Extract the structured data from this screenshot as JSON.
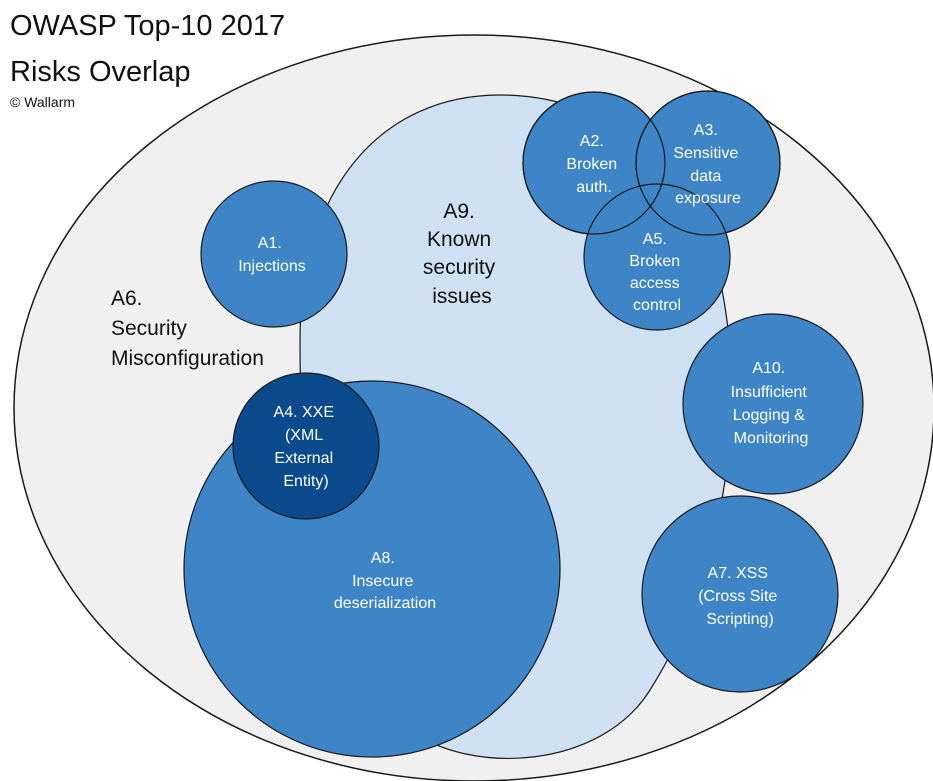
{
  "title": {
    "line1": "OWASP Top-10 2017",
    "line2": "Risks Overlap",
    "credit": "© Wallarm"
  },
  "colors": {
    "outer_fill": "#f0f0f0",
    "a9_fill": "#cfe0f2",
    "risk_fill": "#3d85c6",
    "xxe_fill": "#0b4a8c",
    "stroke": "#1a1a1a"
  },
  "regions": {
    "a6": {
      "lines": [
        "A6.",
        "Security",
        "Misconfiguration"
      ]
    },
    "a9": {
      "lines": [
        "A9.",
        "Known",
        "security",
        "issues"
      ]
    }
  },
  "risks": {
    "a1": {
      "lines": [
        "A1.",
        "Injections"
      ]
    },
    "a2": {
      "lines": [
        "A2.",
        "Broken",
        "auth."
      ]
    },
    "a3": {
      "lines": [
        "A3.",
        "Sensitive",
        "data",
        "exposure"
      ]
    },
    "a5": {
      "lines": [
        "A5.",
        "Broken",
        "access",
        "control"
      ]
    },
    "a10": {
      "lines": [
        "A10.",
        "Insufficient",
        "Logging &",
        "Monitoring"
      ]
    },
    "a7": {
      "lines": [
        "A7. XSS",
        "(Cross Site",
        "Scripting)"
      ]
    },
    "a8": {
      "lines": [
        "A8.",
        "Insecure",
        "deserialization"
      ]
    },
    "a4": {
      "lines": [
        "A4. XXE",
        "(XML",
        "External",
        "Entity)"
      ]
    }
  }
}
